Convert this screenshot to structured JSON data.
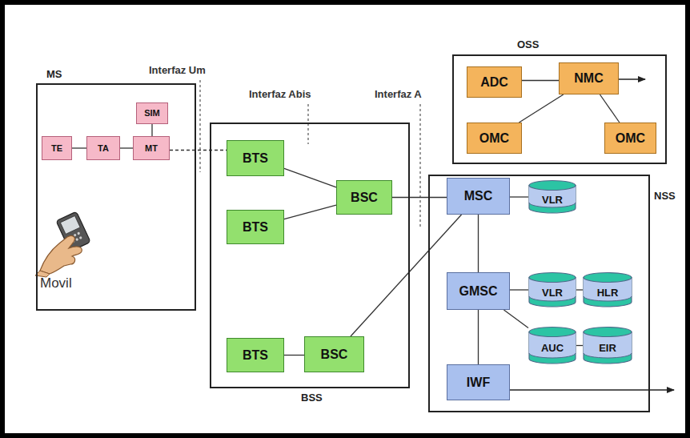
{
  "diagram": {
    "nodes": [
      {
        "text": [
          "MS"
        ]
      },
      {
        "text": [
          "SIM"
        ],
        "in": 0
      },
      {
        "text": [
          "TE"
        ],
        "in": 0
      },
      {
        "text": [
          "TA"
        ],
        "in": 0
      },
      {
        "text": [
          "MT"
        ],
        "in": 0
      },
      {
        "text": [
          "BSS"
        ]
      },
      {
        "text": [
          "BTS"
        ],
        "in": 5
      },
      {
        "text": [
          "BTS"
        ],
        "in": 5
      },
      {
        "text": [
          "BSC"
        ],
        "in": 5
      },
      {
        "text": [
          "BTS"
        ],
        "in": 5
      },
      {
        "text": [
          "BSC"
        ],
        "in": 5
      },
      {
        "text": [
          "OSS"
        ]
      },
      {
        "text": [
          "ADC"
        ],
        "in": 11
      },
      {
        "text": [
          "NMC"
        ],
        "in": 11
      },
      {
        "text": [
          "OMC"
        ],
        "in": 11
      },
      {
        "text": [
          "OMC"
        ],
        "in": 11
      },
      {
        "text": [
          "NSS"
        ]
      },
      {
        "text": [
          "MSC"
        ],
        "in": 16
      },
      {
        "text": [
          "VLR"
        ],
        "in": 16
      },
      {
        "text": [
          "GMSC"
        ],
        "in": 16
      },
      {
        "text": [
          "VLR"
        ],
        "in": 16
      },
      {
        "text": [
          "HLR"
        ],
        "in": 16
      },
      {
        "text": [
          "AUC"
        ],
        "in": 16
      },
      {
        "text": [
          "EIR"
        ],
        "in": 16
      },
      {
        "text": [
          "IWF"
        ],
        "in": 16
      }
    ],
    "edges": [
      {
        "from": 2,
        "to": 3,
        "arrow": "none"
      },
      {
        "from": 3,
        "to": 4,
        "arrow": "none"
      },
      {
        "from": 1,
        "to": 4,
        "arrow": "none"
      },
      {
        "from": 4,
        "to": 6,
        "arrow": "none"
      },
      {
        "from": 6,
        "to": 8,
        "arrow": "none"
      },
      {
        "from": 7,
        "to": 8,
        "arrow": "none"
      },
      {
        "from": 8,
        "to": 17,
        "arrow": "none"
      },
      {
        "from": 9,
        "to": 10,
        "arrow": "none"
      },
      {
        "from": 10,
        "to": 17,
        "arrow": "none"
      },
      {
        "from": 12,
        "to": 13,
        "arrow": "none"
      },
      {
        "from": 13,
        "to": 14,
        "arrow": "none"
      },
      {
        "from": 13,
        "to": 15,
        "arrow": "none"
      },
      {
        "from": 17,
        "to": 18,
        "arrow": "none"
      },
      {
        "from": 17,
        "to": 19,
        "arrow": "none"
      },
      {
        "from": 19,
        "to": 20,
        "arrow": "none"
      },
      {
        "from": 20,
        "to": 21,
        "arrow": "none"
      },
      {
        "from": 19,
        "to": 22,
        "arrow": "none"
      },
      {
        "from": 22,
        "to": 23,
        "arrow": "none"
      },
      {
        "from": 19,
        "to": 24,
        "arrow": "none"
      }
    ],
    "labels": [
      "Interfaz Um",
      "Interfaz Abis",
      "Interfaz A",
      "Movil"
    ]
  }
}
